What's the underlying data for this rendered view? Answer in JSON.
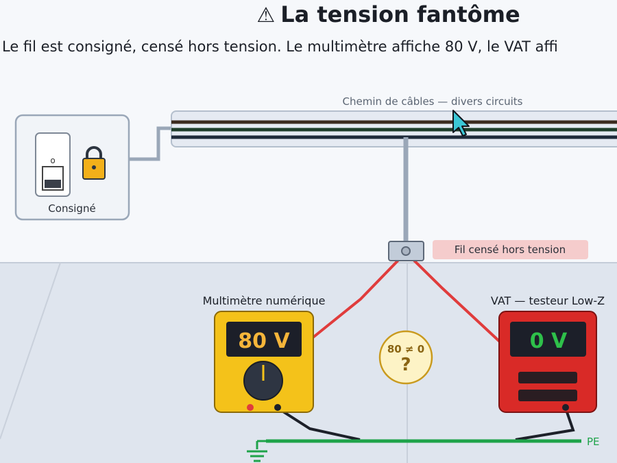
{
  "header": {
    "title": "La tension fantôme",
    "warning_icon": "⚠",
    "subtitle": "Le fil est consigné, censé hors tension. Le multimètre affiche 80 V, le VAT affi"
  },
  "lockout": {
    "label": "Consigné",
    "switch_position": "o"
  },
  "cable_tray": {
    "label": "Chemin de câbles — divers circuits"
  },
  "wire_tag": {
    "label": "Fil censé hors tension"
  },
  "multimeter": {
    "title": "Multimètre numérique",
    "reading": "80 V"
  },
  "vat": {
    "title": "VAT — testeur Low-Z",
    "reading": "0 V"
  },
  "comparison": {
    "text": "80 ≠ 0",
    "mark": "?"
  },
  "ground": {
    "label": "PE"
  },
  "colors": {
    "lead": "#e03c3c",
    "pe_wire": "#1fa34a",
    "multimeter_body": "#f4c21a",
    "vat_body": "#d92a27",
    "display_bg": "#1c1f29",
    "multimeter_digits": "#f5b53a",
    "vat_digits": "#2ec04a",
    "tag_bg": "#f5cccc",
    "lock": "#f3b01a"
  },
  "icons": {
    "lock": "padlock-icon",
    "cursor": "cursor-arrow-icon",
    "ground": "ground-symbol-icon"
  }
}
